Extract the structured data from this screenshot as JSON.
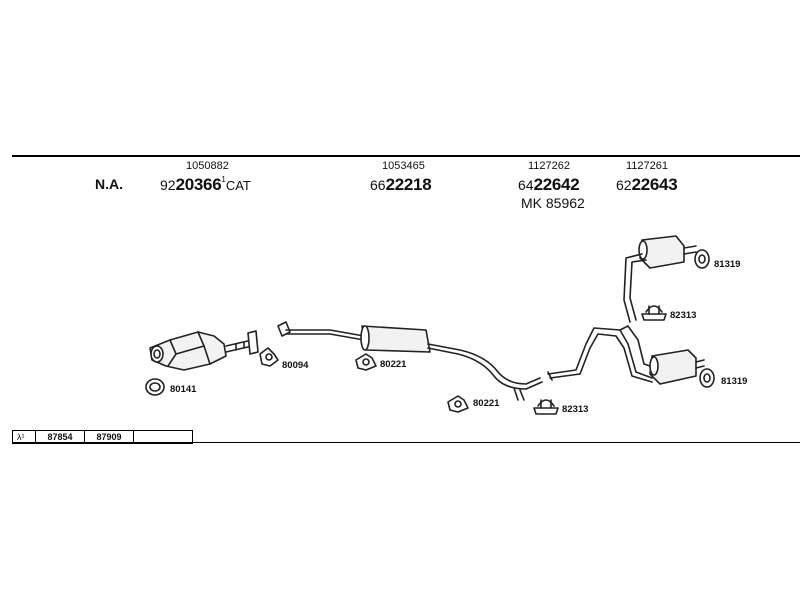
{
  "header": {
    "region": "N.A.",
    "columns": [
      {
        "id": "cat",
        "ref": "1050882",
        "prefix": "92",
        "number": "20366",
        "mark": "1",
        "suffix": "CAT"
      },
      {
        "id": "middle",
        "ref": "1053465",
        "prefix": "66",
        "number": "22218"
      },
      {
        "id": "rear1",
        "ref": "1127262",
        "prefix": "64",
        "number": "22642",
        "extra": "MK  85962"
      },
      {
        "id": "rear2",
        "ref": "1127261",
        "prefix": "62",
        "number": "22643"
      }
    ]
  },
  "parts": {
    "p80141": "80141",
    "p80094": "80094",
    "p80221a": "80221",
    "p80221b": "80221",
    "p82313a": "82313",
    "p82313b": "82313",
    "p81319a": "81319",
    "p81319b": "81319"
  },
  "footer": {
    "symbol": "λ¹",
    "values": [
      "87854",
      "87909",
      ""
    ]
  }
}
